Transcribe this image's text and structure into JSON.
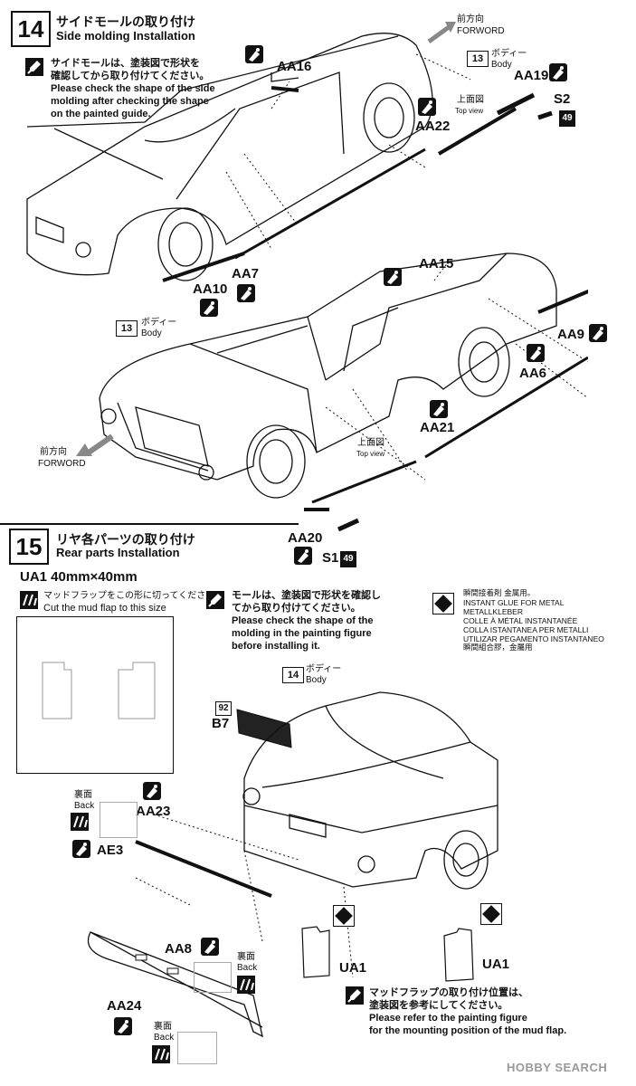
{
  "step14": {
    "number": "14",
    "title_jp": "サイドモールの取り付け",
    "title_en": "Side molding  Installation",
    "note_jp_1": "サイドモールは、塗装図で形状を",
    "note_jp_2": "確認してから取り付けてください。",
    "note_en_1": "Please check the shape of the side",
    "note_en_2": "molding after checking the shape",
    "note_en_3": "on the painted guide.",
    "forward_jp": "前方向",
    "forward_en": "FORWORD",
    "body_num": "13",
    "body_jp": "ボディー",
    "body_en": "Body",
    "topview_jp": "上面図",
    "topview_en": "Top view",
    "parts": {
      "aa16": "AA16",
      "aa19": "AA19",
      "s2": "S2",
      "s2_num": "49",
      "aa22": "AA22",
      "aa7": "AA7",
      "aa10": "AA10",
      "aa15": "AA15",
      "aa9": "AA9",
      "aa6": "AA6",
      "aa21": "AA21",
      "aa20": "AA20",
      "s1": "S1",
      "s1_num": "49"
    }
  },
  "step15": {
    "number": "15",
    "title_jp": "リヤ各パーツの取り付け",
    "title_en": "Rear parts Installation",
    "ua1_size": "UA1  40mm×40mm",
    "cut_jp": "マッドフラップをこの形に切ってください。",
    "cut_en": "Cut the mud flap to this size",
    "mold_jp_1": "モールは、塗装図で形状を確認し",
    "mold_jp_2": "てから取り付けてください。",
    "mold_en_1": "Please check the shape of the",
    "mold_en_2": "molding in the painting figure",
    "mold_en_3": "before installing it.",
    "glue_lines": [
      "瞬間接着剤  金属用。",
      "INSTANT GLUE FOR METAL",
      "METALLKLEBER",
      "COLLE À MÉTAL INSTANTANÉE",
      "COLLA ISTANTANEA PER METALLI",
      "UTILIZAR PEGAMENTO INSTANTANEO",
      "瞬間組合膠，金屬用"
    ],
    "body_num": "14",
    "body_jp": "ボディー",
    "body_en": "Body",
    "b7_num": "92",
    "b7": "B7",
    "back_jp": "裏面",
    "back_en": "Back",
    "aa23": "AA23",
    "ae3": "AE3",
    "aa8": "AA8",
    "aa24": "AA24",
    "ua1_a": "UA1",
    "ua1_b": "UA1",
    "flap_jp": "マッドフラップの取り付け位置は、",
    "flap_jp_2": "塗装図を参考にしてください。",
    "flap_en_1": "Please refer to the painting figure",
    "flap_en_2": "for the mounting position of the mud flap."
  },
  "watermark": "HOBBY SEARCH"
}
